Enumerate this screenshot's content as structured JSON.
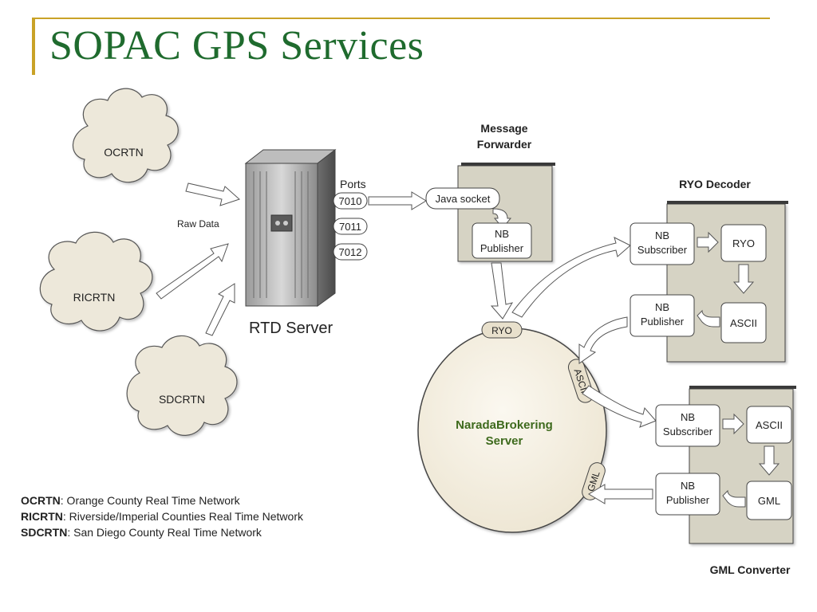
{
  "title": "SOPAC GPS Services",
  "networks": [
    {
      "id": "ocrtn",
      "label": "OCRTN"
    },
    {
      "id": "ricrtn",
      "label": "RICRTN"
    },
    {
      "id": "sdcrtn",
      "label": "SDCRTN"
    }
  ],
  "raw_data_label": "Raw Data",
  "rtd_server_label": "RTD Server",
  "ports_label": "Ports",
  "ports": [
    "7010",
    "7011",
    "7012"
  ],
  "message_forwarder": {
    "title_line1": "Message",
    "title_line2": "Forwarder",
    "java_socket": "Java socket",
    "nb_line1": "NB",
    "nb_line2": "Publisher"
  },
  "ryo_decoder": {
    "title": "RYO Decoder",
    "subscriber_line1": "NB",
    "subscriber_line2": "Subscriber",
    "ryo": "RYO",
    "publisher_line1": "NB",
    "publisher_line2": "Publisher",
    "ascii": "ASCII"
  },
  "gml_converter": {
    "title": "GML Converter",
    "subscriber_line1": "NB",
    "subscriber_line2": "Subscriber",
    "ascii": "ASCII",
    "publisher_line1": "NB",
    "publisher_line2": "Publisher",
    "gml": "GML"
  },
  "narada": {
    "line1": "NaradaBrokering",
    "line2": "Server",
    "tab_ryo": "RYO",
    "tab_ascii": "ASCII",
    "tab_gml": "GML"
  },
  "legend": [
    {
      "abbr": "OCRTN",
      "text": ": Orange County Real Time Network"
    },
    {
      "abbr": "RICRTN",
      "text": ": Riverside/Imperial Counties Real Time Network"
    },
    {
      "abbr": "SDCRTN",
      "text": ": San Diego County Real Time Network"
    }
  ],
  "colors": {
    "title": "#1f6b2e",
    "accent_rule": "#c9a227",
    "cloud_fill": "#ede8da",
    "panel_fill": "#d6d3c4",
    "narada_fill": "#f6f1e6",
    "narada_text": "#3e6a1d"
  }
}
